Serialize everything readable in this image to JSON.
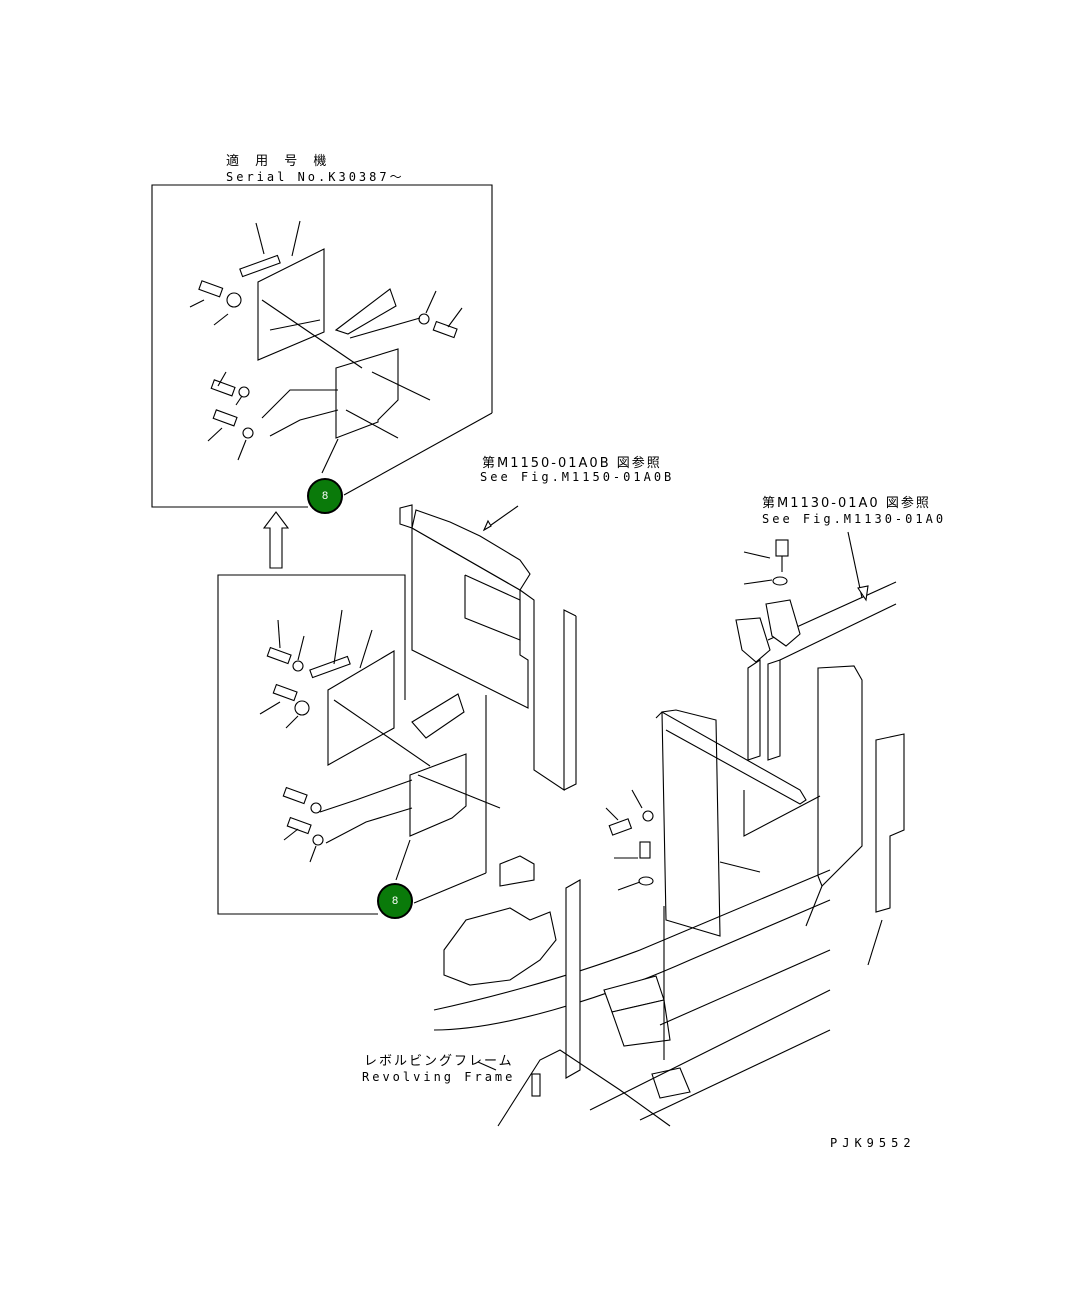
{
  "labels": {
    "applicable_jp": "適 用 号 機",
    "serial": "Serial No.K30387～",
    "ref_top_jp": "第M1150-01A0B 図参照",
    "ref_top_en": "See Fig.M1150-01A0B",
    "ref_right_jp": "第M1130-01A0 図参照",
    "ref_right_en": "See Fig.M1130-01A0",
    "frame_jp": "レボルビングフレーム",
    "frame_en": "Revolving Frame",
    "figure_code": "PJK9552"
  },
  "callouts": [
    {
      "number": "8"
    },
    {
      "number": "8"
    }
  ],
  "colors": {
    "callout_fill": "#0a7a0a",
    "line": "#000000"
  }
}
